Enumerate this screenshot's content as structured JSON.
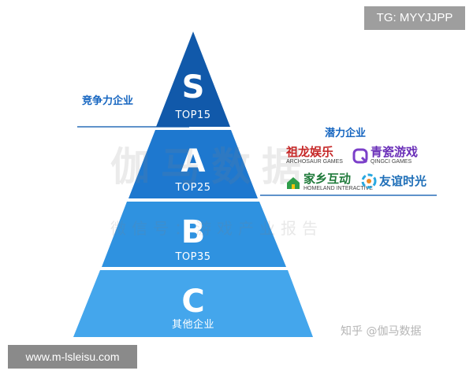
{
  "pyramid": {
    "tiers": [
      {
        "letter": "S",
        "label": "TOP15"
      },
      {
        "letter": "A",
        "label": "TOP25"
      },
      {
        "letter": "B",
        "label": "TOP35"
      },
      {
        "letter": "C",
        "label": "其他企业"
      }
    ],
    "colors": {
      "tier_s": "#1159aa",
      "tier_a": "#1e78cf",
      "tier_b": "#2f92e0",
      "tier_c": "#44a6ec",
      "divider": "#2a6fb8"
    }
  },
  "annotations": {
    "left_tag": "竞争力企业",
    "right_tag": "潜力企业"
  },
  "logos": [
    {
      "name": "祖龙娱乐",
      "subtitle": "ARCHOSAUR GAMES",
      "icon": "archosaur-logo-icon"
    },
    {
      "name": "青瓷游戏",
      "subtitle": "QINGCI GAMES",
      "icon": "qingci-logo-icon"
    },
    {
      "name": "家乡互动",
      "subtitle": "HOMELAND INTERACTIVE",
      "icon": "homeland-logo-icon"
    },
    {
      "name": "友谊时光",
      "subtitle": "",
      "icon": "friendtimes-logo-icon"
    }
  ],
  "watermarks": {
    "big": "伽马数据",
    "small": "微信号：游戏产业报告",
    "zhihu": "知乎 @伽马数据",
    "tg": "TG: MYYJJPP",
    "url": "www.m-lsleisu.com"
  }
}
